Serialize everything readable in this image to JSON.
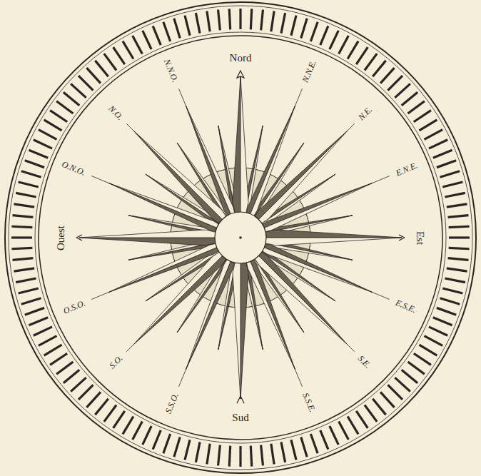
{
  "diagram": {
    "labels": [
      "Nord",
      "N.N.E.",
      "N.E.",
      "E.N.E.",
      "Est",
      "E.S.E.",
      "S.E.",
      "S.S.E.",
      "Sud",
      "S.S.O.",
      "S.O.",
      "O.S.O.",
      "Ouest",
      "O.N.O.",
      "N.O.",
      "N.N.O."
    ]
  }
}
